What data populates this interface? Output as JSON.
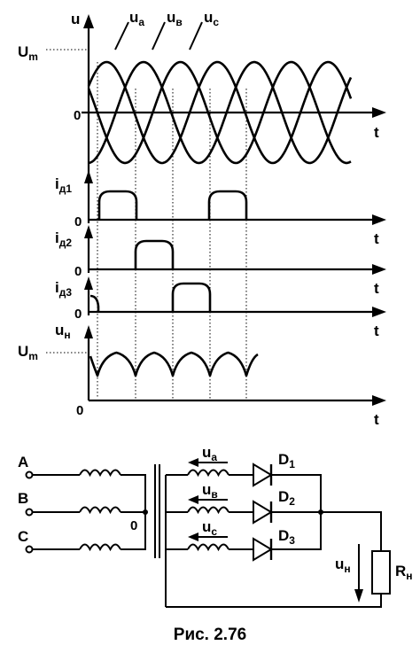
{
  "labels": {
    "u": "u",
    "t": "t",
    "zero": "0",
    "um": "U",
    "um_sub": "m",
    "ua": "u",
    "ua_sub": "a",
    "ub": "u",
    "ub_sub": "в",
    "uc": "u",
    "uc_sub": "c",
    "id1": "i",
    "id1_sub": "д1",
    "id2": "i",
    "id2_sub": "д2",
    "id3": "i",
    "id3_sub": "д3",
    "un": "u",
    "un_sub": "н"
  },
  "circuit": {
    "phase_a": "A",
    "phase_b": "B",
    "phase_c": "C",
    "neutral": "0",
    "d1": "D",
    "d1_sub": "1",
    "d2": "D",
    "d2_sub": "2",
    "d3": "D",
    "d3_sub": "3",
    "ua": "u",
    "ua_sub": "a",
    "ub": "u",
    "ub_sub": "в",
    "uc": "u",
    "uc_sub": "c",
    "un": "u",
    "un_sub": "н",
    "rn": "R",
    "rn_sub": "н"
  },
  "caption": "Рис. 2.76"
}
